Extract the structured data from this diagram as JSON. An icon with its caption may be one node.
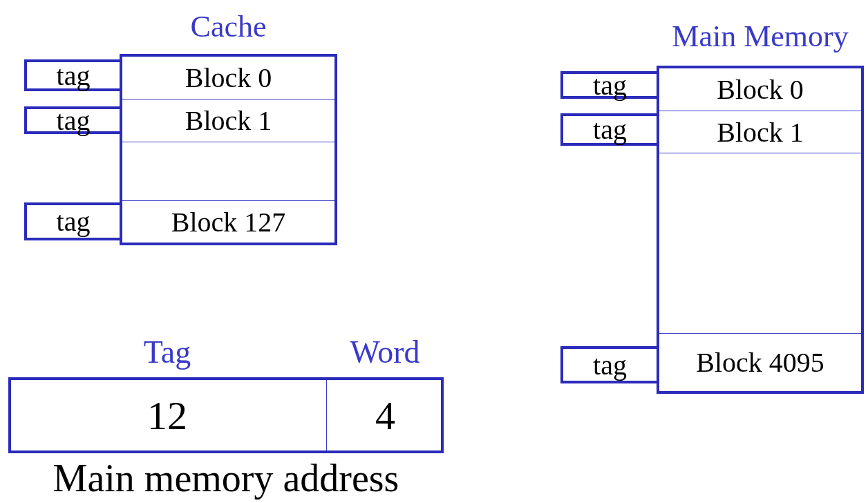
{
  "diagram": {
    "nodes": [
      {
        "text": [
          "Cache"
        ]
      },
      {
        "text": [
          "Block 0"
        ],
        "in": 0
      },
      {
        "text": [
          "Block 1"
        ],
        "in": 0
      },
      {
        "text": [],
        "shape": "box",
        "in": 0
      },
      {
        "text": [
          "Block 127"
        ],
        "in": 0
      },
      {
        "text": [
          "tag"
        ]
      },
      {
        "text": [
          "tag"
        ]
      },
      {
        "text": [
          "tag"
        ]
      },
      {
        "text": [
          "Main Memory"
        ]
      },
      {
        "text": [
          "Block 0"
        ],
        "in": 8
      },
      {
        "text": [
          "Block 1"
        ],
        "in": 8
      },
      {
        "text": [],
        "shape": "box",
        "in": 8
      },
      {
        "text": [
          "Block 4095"
        ],
        "in": 8
      },
      {
        "text": [
          "tag"
        ]
      },
      {
        "text": [
          "tag"
        ]
      },
      {
        "text": [
          "tag"
        ]
      },
      {
        "text": [
          "Main memory address"
        ]
      },
      {
        "text": [
          "Tag",
          "12"
        ],
        "in": 16
      },
      {
        "text": [
          "Word",
          "4"
        ],
        "in": 16
      }
    ]
  }
}
